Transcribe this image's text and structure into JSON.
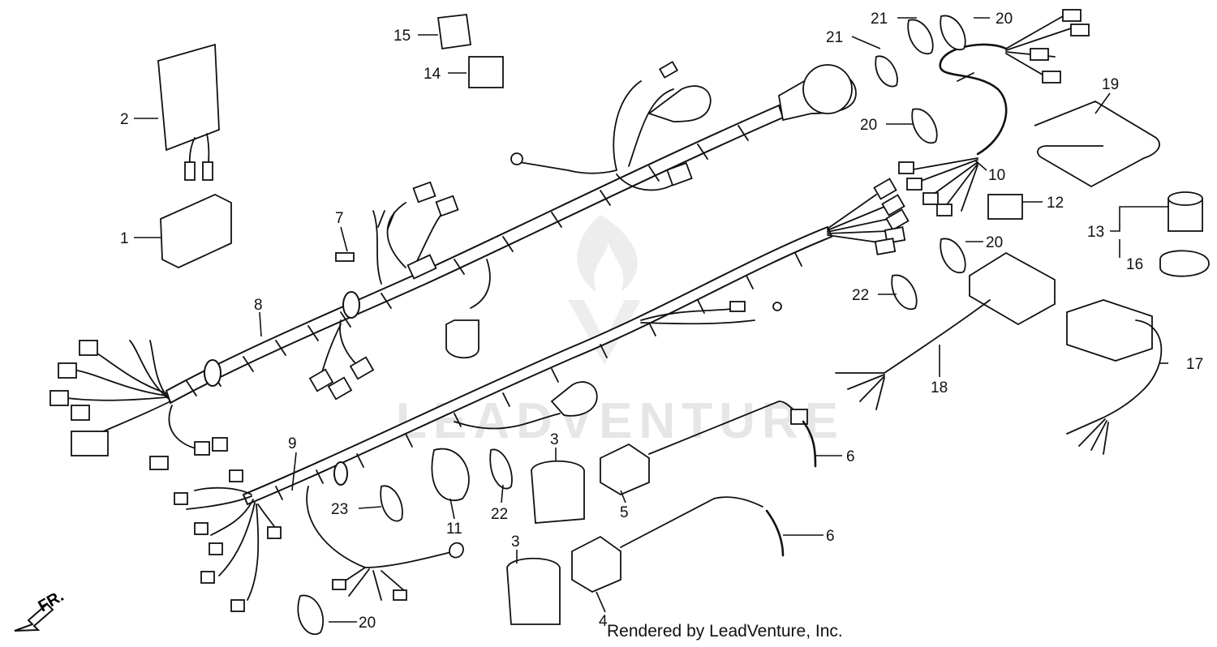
{
  "diagram": {
    "callouts": [
      {
        "id": "c1",
        "number": "1"
      },
      {
        "id": "c2",
        "number": "2"
      },
      {
        "id": "c3a",
        "number": "3"
      },
      {
        "id": "c3b",
        "number": "3"
      },
      {
        "id": "c4",
        "number": "4"
      },
      {
        "id": "c5",
        "number": "5"
      },
      {
        "id": "c6a",
        "number": "6"
      },
      {
        "id": "c6b",
        "number": "6"
      },
      {
        "id": "c7",
        "number": "7"
      },
      {
        "id": "c8",
        "number": "8"
      },
      {
        "id": "c9",
        "number": "9"
      },
      {
        "id": "c10",
        "number": "10"
      },
      {
        "id": "c11",
        "number": "11"
      },
      {
        "id": "c12",
        "number": "12"
      },
      {
        "id": "c13",
        "number": "13"
      },
      {
        "id": "c14",
        "number": "14"
      },
      {
        "id": "c15",
        "number": "15"
      },
      {
        "id": "c16",
        "number": "16"
      },
      {
        "id": "c17",
        "number": "17"
      },
      {
        "id": "c18",
        "number": "18"
      },
      {
        "id": "c19",
        "number": "19"
      },
      {
        "id": "c20a",
        "number": "20"
      },
      {
        "id": "c20b",
        "number": "20"
      },
      {
        "id": "c20c",
        "number": "20"
      },
      {
        "id": "c20d",
        "number": "20"
      },
      {
        "id": "c21a",
        "number": "21"
      },
      {
        "id": "c21b",
        "number": "21"
      },
      {
        "id": "c22a",
        "number": "22"
      },
      {
        "id": "c22b",
        "number": "22"
      },
      {
        "id": "c23",
        "number": "23"
      }
    ],
    "front_marker": "FR.",
    "credit": "Rendered by LeadVenture, Inc.",
    "watermark": "LEADVENTURE"
  }
}
